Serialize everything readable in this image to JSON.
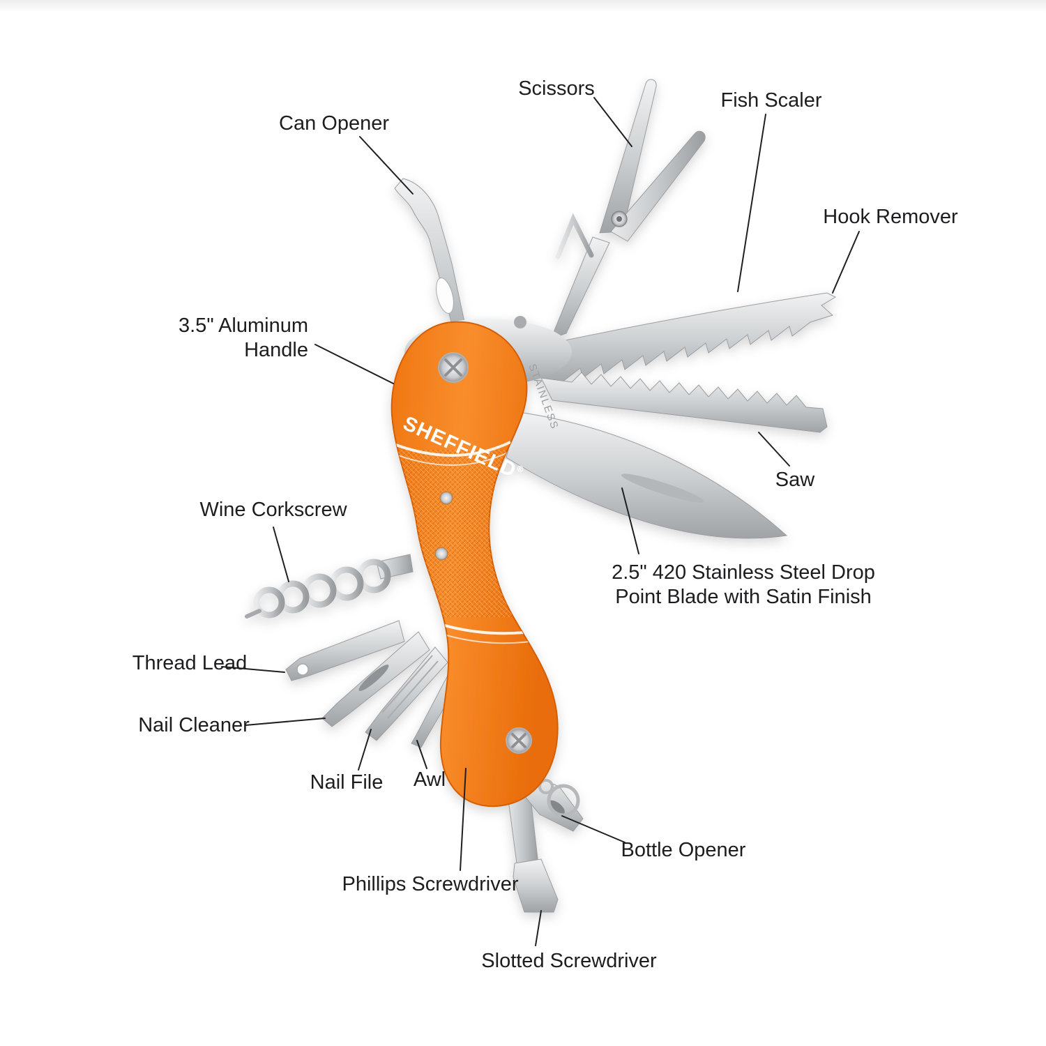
{
  "product": {
    "brand": "Sheffield",
    "brand_display": "SHEFFIELD",
    "registered_mark": "®",
    "metal_stamp": "STAINLESS"
  },
  "labels": {
    "scissors": "Scissors",
    "can_opener": "Can Opener",
    "fish_scaler": "Fish Scaler",
    "hook_remover": "Hook Remover",
    "aluminum_handle": "3.5\" Aluminum\nHandle",
    "saw": "Saw",
    "wine_corkscrew": "Wine Corkscrew",
    "drop_point_blade": "2.5\" 420 Stainless Steel Drop\nPoint Blade with Satin Finish",
    "thread_lead": "Thread Lead",
    "nail_cleaner": "Nail Cleaner",
    "nail_file": "Nail File",
    "awl": "Awl",
    "bottle_opener": "Bottle Opener",
    "phillips_screwdriver": "Phillips Screwdriver",
    "slotted_screwdriver": "Slotted Screwdriver"
  },
  "colors": {
    "handle_orange": "#f57a1f",
    "handle_orange_light": "#ff9e45",
    "handle_orange_dark": "#e06a0d",
    "metal_light": "#eef0f1",
    "metal_mid": "#c6c8cb",
    "metal_dark": "#97999d",
    "label_text": "#1d1d1f",
    "leader_line": "#1f1f1f",
    "background": "#ffffff"
  }
}
